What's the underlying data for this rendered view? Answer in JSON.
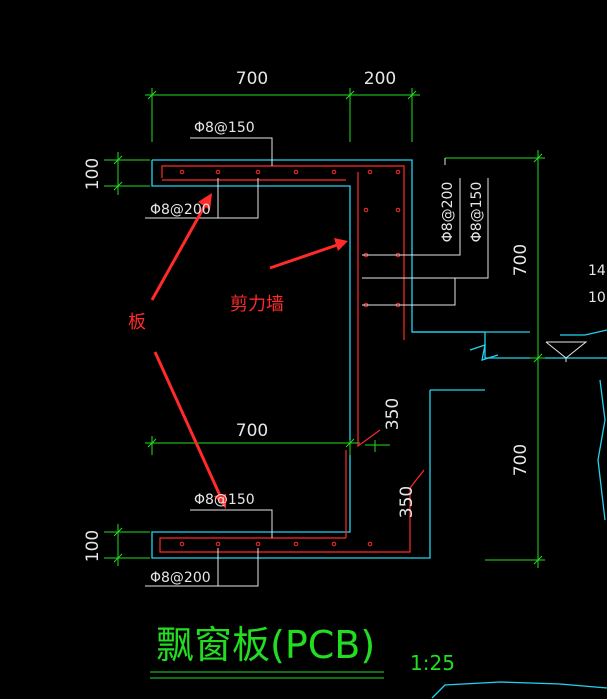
{
  "drawing": {
    "title": "飘窗板(PCB)",
    "scale": "1:25",
    "dimensions": {
      "top_width": "700",
      "top_right_width": "200",
      "slab_thickness_top": "100",
      "slab_thickness_bottom": "100",
      "bottom_width": "700",
      "right_height_upper": "700",
      "right_height_lower": "700",
      "chamfer_1": "350",
      "chamfer_2": "350"
    },
    "rebar_notes": {
      "top_slab_upper": "Φ8@150",
      "top_slab_lower": "Φ8@200",
      "wall_left": "Φ8@200",
      "wall_right": "Φ8@150",
      "bottom_slab_upper": "Φ8@150",
      "bottom_slab_lower": "Φ8@200"
    },
    "annotations": {
      "slab_label": "板",
      "wall_label": "剪力墙"
    },
    "right_edge_text": [
      "14.",
      "10."
    ]
  },
  "colors": {
    "background": "#000000",
    "dimension_lines": "#22dd22",
    "concrete_outline": "#22d3ee",
    "rebar": "#ff2a2a",
    "leader_lines": "#e6e6e6",
    "annotation": "#ff2a2a"
  }
}
